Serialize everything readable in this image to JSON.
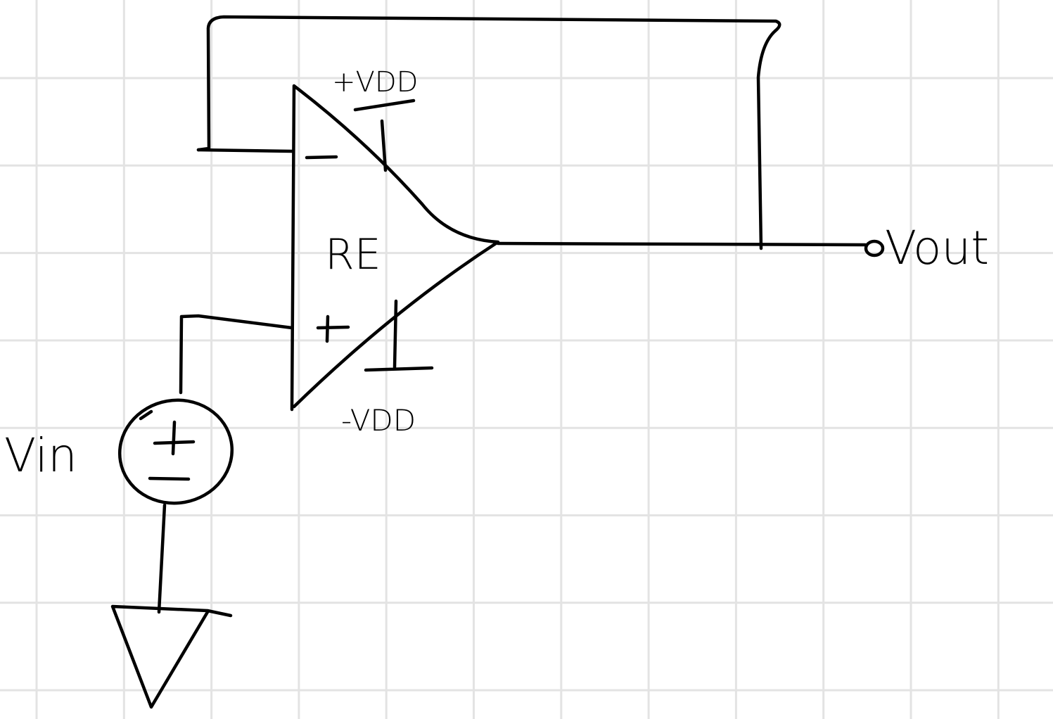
{
  "diagram": {
    "type": "op-amp voltage follower (hand-drawn)",
    "labels": {
      "supply_positive": "+VDD",
      "supply_negative": "-VDD",
      "amplifier": "RE",
      "input_source": "Vin",
      "output": "Vout",
      "inverting_input": "−",
      "noninverting_input": "+"
    },
    "colors": {
      "ink": "#000000",
      "grid": "#e3e3e3",
      "paper": "#ffffff"
    }
  }
}
